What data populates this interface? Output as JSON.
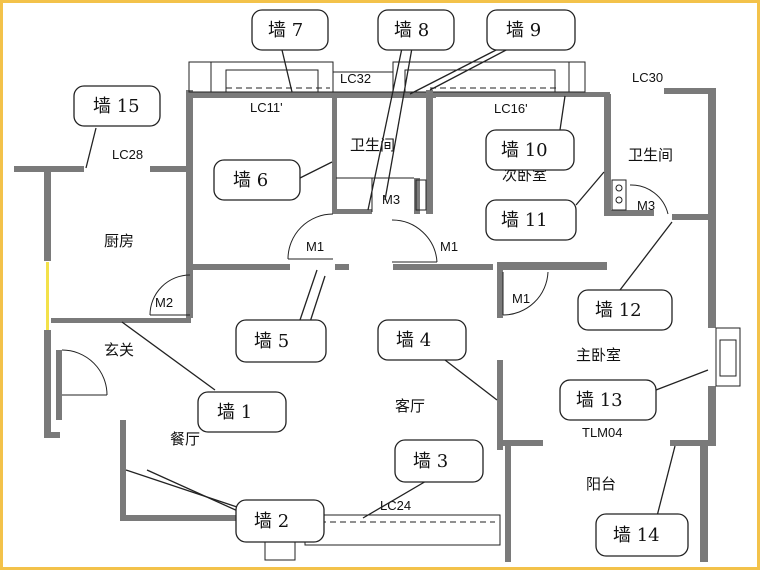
{
  "rooms": {
    "kitchen": "厨房",
    "foyer": "玄关",
    "dining": "餐厅",
    "living": "客厅",
    "bath1": "卫生间",
    "bath2": "卫生间",
    "second_bedroom": "次卧室",
    "master_bedroom": "主卧室",
    "balcony": "阳台"
  },
  "labels": {
    "lc28": "LC28",
    "lc11": "LC11'",
    "lc32": "LC32",
    "lc16": "LC16'",
    "lc30": "LC30",
    "m3a": "M3",
    "m3b": "M3",
    "m2": "M2",
    "m1a": "M1",
    "m1b": "M1",
    "m1c": "M1",
    "tlm04": "TLM04",
    "lc24": "LC24"
  },
  "walls": {
    "w1": "墙 1",
    "w2": "墙 2",
    "w3": "墙 3",
    "w4": "墙 4",
    "w5": "墙 5",
    "w6": "墙 6",
    "w7": "墙 7",
    "w8": "墙 8",
    "w9": "墙 9",
    "w10": "墙 10",
    "w11": "墙 11",
    "w12": "墙 12",
    "w13": "墙 13",
    "w14": "墙 14",
    "w15": "墙 15"
  },
  "colors": {
    "frame": "#f3c24a",
    "wall": "#7a7a7a"
  }
}
